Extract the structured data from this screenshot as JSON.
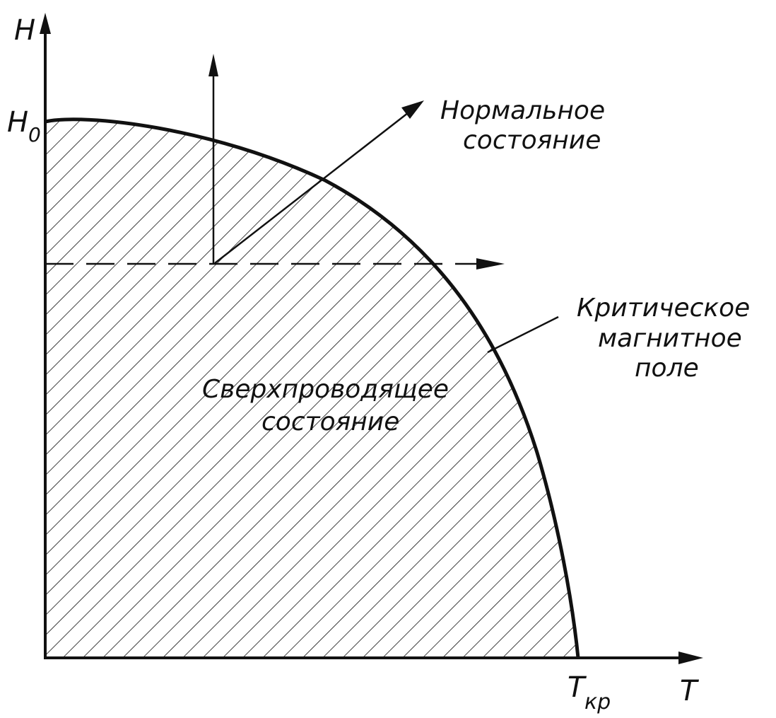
{
  "diagram": {
    "axis_y_label": "H",
    "axis_y_value_label": "H",
    "axis_y_value_subscript": "0",
    "axis_x_label": "T",
    "axis_x_value_label": "T",
    "axis_x_value_subscript": "кр",
    "normal_state_line1": "Нормальное",
    "normal_state_line2": "состояние",
    "superconducting_line1": "Сверхпроводящее",
    "superconducting_line2": "состояние",
    "critical_field_line1": "Критическое",
    "critical_field_line2": "магнитное",
    "critical_field_line3": "поле",
    "colors": {
      "ink": "#111111",
      "background": "#ffffff"
    }
  }
}
